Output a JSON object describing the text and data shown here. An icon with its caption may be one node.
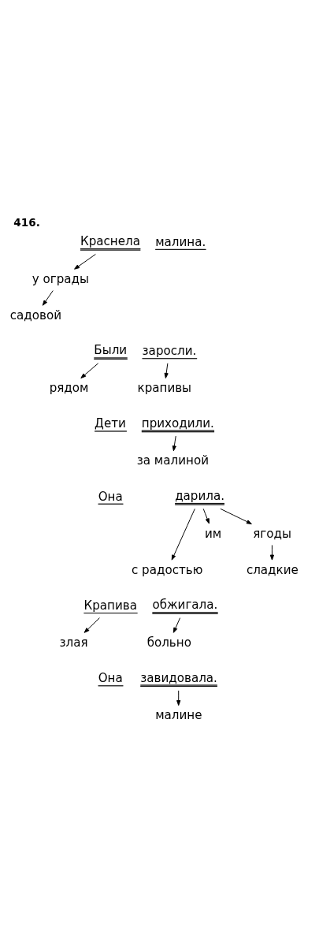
{
  "diagram": {
    "title": "416.",
    "nodes": [
      {
        "text": [
          "Краснела"
        ]
      },
      {
        "text": [
          "малина."
        ]
      },
      {
        "text": [
          "у ограды"
        ]
      },
      {
        "text": [
          "садовой"
        ]
      },
      {
        "text": [
          "Были"
        ]
      },
      {
        "text": [
          "заросли."
        ]
      },
      {
        "text": [
          "рядом"
        ]
      },
      {
        "text": [
          "крапивы"
        ]
      },
      {
        "text": [
          "Дети"
        ]
      },
      {
        "text": [
          "приходили."
        ]
      },
      {
        "text": [
          "за малиной"
        ]
      },
      {
        "text": [
          "Она"
        ]
      },
      {
        "text": [
          "дарила."
        ]
      },
      {
        "text": [
          "с радостью"
        ]
      },
      {
        "text": [
          "им"
        ]
      },
      {
        "text": [
          "ягоды"
        ]
      },
      {
        "text": [
          "сладкие"
        ]
      },
      {
        "text": [
          "Крапива"
        ]
      },
      {
        "text": [
          "обжигала."
        ]
      },
      {
        "text": [
          "злая"
        ]
      },
      {
        "text": [
          "больно"
        ]
      },
      {
        "text": [
          "Она"
        ]
      },
      {
        "text": [
          "завидовала."
        ]
      },
      {
        "text": [
          "малине"
        ]
      }
    ],
    "edges": [
      {
        "from": 0,
        "to": 2,
        "arrow": "to"
      },
      {
        "from": 2,
        "to": 3,
        "arrow": "to"
      },
      {
        "from": 4,
        "to": 6,
        "arrow": "to"
      },
      {
        "from": 5,
        "to": 7,
        "arrow": "to"
      },
      {
        "from": 9,
        "to": 10,
        "arrow": "to"
      },
      {
        "from": 12,
        "to": 13,
        "arrow": "to"
      },
      {
        "from": 12,
        "to": 14,
        "arrow": "to"
      },
      {
        "from": 12,
        "to": 15,
        "arrow": "to"
      },
      {
        "from": 15,
        "to": 16,
        "arrow": "to"
      },
      {
        "from": 17,
        "to": 19,
        "arrow": "to"
      },
      {
        "from": 18,
        "to": 20,
        "arrow": "to"
      },
      {
        "from": 22,
        "to": 23,
        "arrow": "to"
      }
    ]
  }
}
